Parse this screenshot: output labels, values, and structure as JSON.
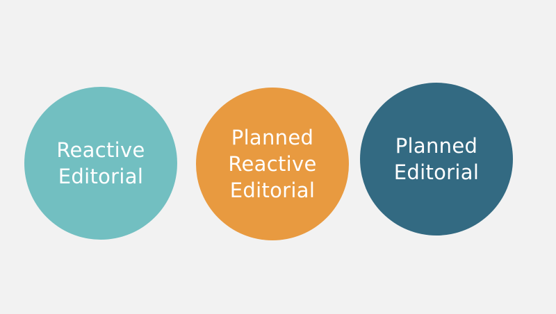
{
  "circles": [
    {
      "lines": [
        "Reactive",
        "Editorial"
      ],
      "color": "#72bfc1"
    },
    {
      "lines": [
        "Planned",
        "Reactive",
        "Editorial"
      ],
      "color": "#e89a40"
    },
    {
      "lines": [
        "Planned",
        "Editorial"
      ],
      "color": "#336a82"
    }
  ]
}
